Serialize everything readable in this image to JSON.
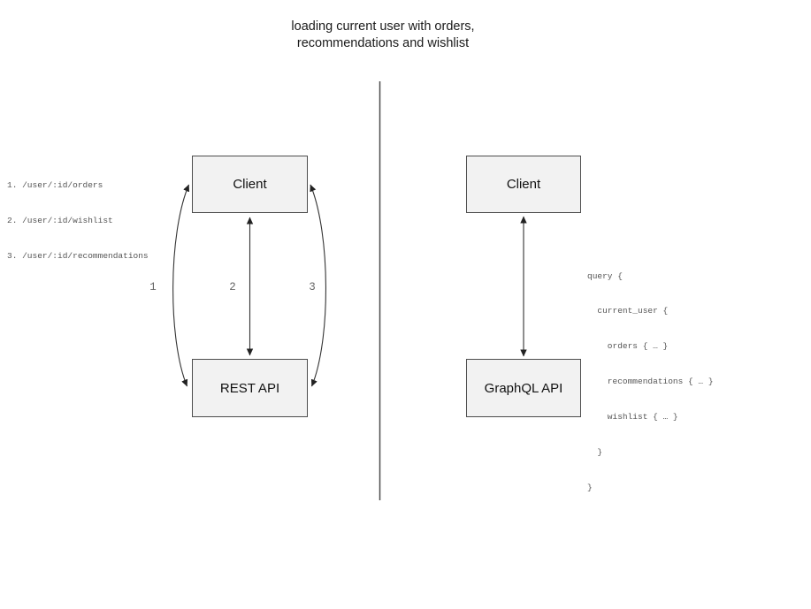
{
  "title": {
    "line1": "loading current user with orders,",
    "line2": "recommendations and wishlist"
  },
  "rest": {
    "endpoints": [
      "1. /user/:id/orders",
      "2. /user/:id/wishlist",
      "3. /user/:id/recommendations"
    ],
    "client_label": "Client",
    "api_label": "REST API",
    "arrow_labels": [
      "1",
      "2",
      "3"
    ]
  },
  "graphql": {
    "client_label": "Client",
    "api_label": "GraphQL API",
    "query_lines": [
      "query {",
      "  current_user {",
      "    orders { … }",
      "    recommendations { … }",
      "    wishlist { … }",
      "  }",
      "}"
    ]
  },
  "colors": {
    "box_fill": "#f2f2f2",
    "box_border": "#4d4d4d",
    "arrow": "#333333",
    "divider": "#4d4d4d",
    "muted_text": "#555555",
    "number_text": "#666666"
  }
}
